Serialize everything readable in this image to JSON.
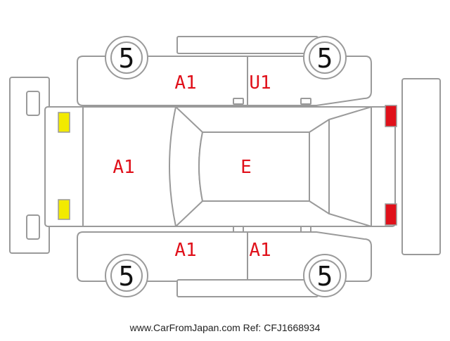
{
  "colors": {
    "outline": "#9a9a9a",
    "fill": "#ffffff",
    "code": "#e0101a",
    "lamp_front": "#f2ea00",
    "lamp_rear": "#e0101a",
    "footer_text": "#222222"
  },
  "tire_grades": {
    "front_left": "5",
    "rear_left": "5",
    "front_right": "5",
    "rear_right": "5"
  },
  "panel_codes": {
    "hood": "A1",
    "roof": "E",
    "front_door_top": "A1",
    "rear_door_top": "U1",
    "front_door_bottom": "A1",
    "rear_door_bottom": "A1"
  },
  "footer": {
    "text": "www.CarFromJapan.com Ref: CFJ1668934"
  }
}
